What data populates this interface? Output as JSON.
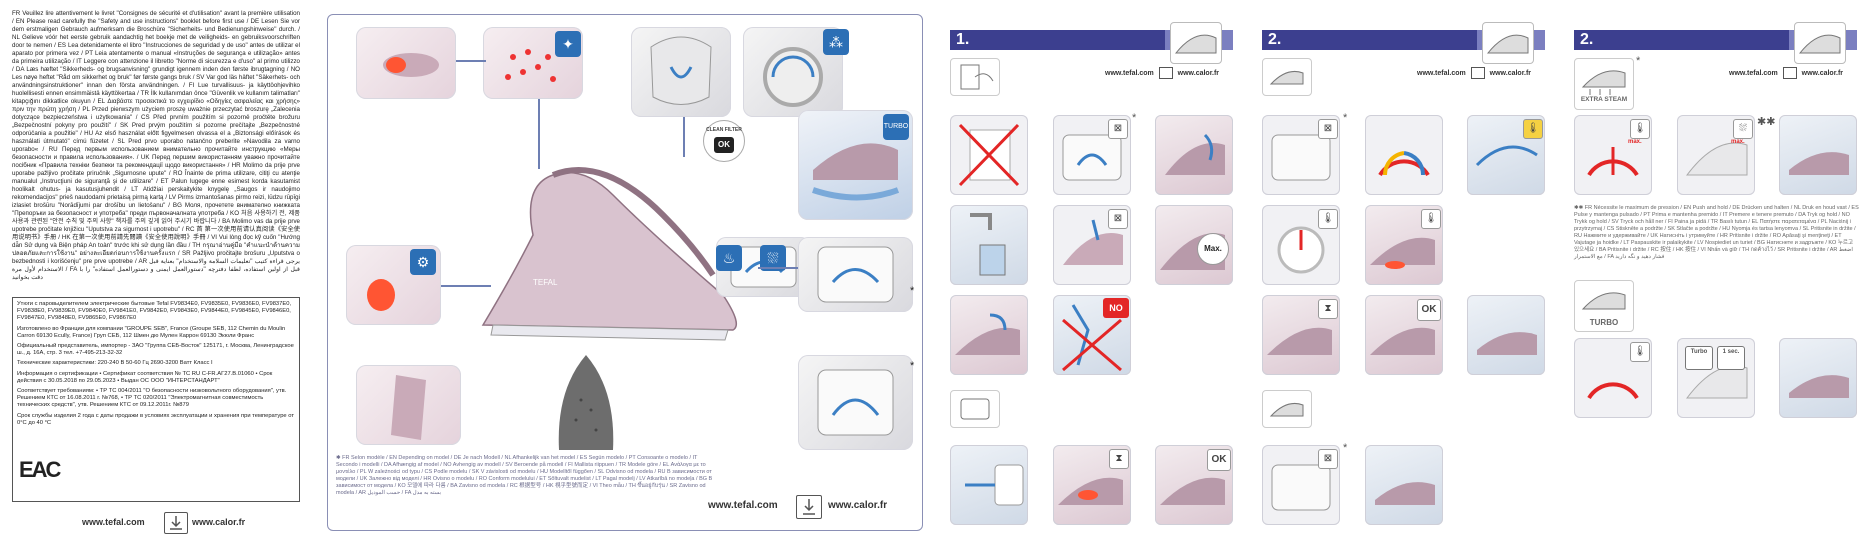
{
  "left_column": {
    "legal_text": "FR Veuillez lire attentivement le livret \"Consignes de sécurité et d'utilisation\" avant la première utilisation / EN Please read carefully the \"Safety and use instructions\" booklet before first use / DE Lesen Sie vor dem erstmaligen Gebrauch aufmerksam die Broschüre \"Sicherheits- und Bedienungshinweise\" durch. / NL Gelieve vóór het eerste gebruik aandachtig het boekje met de veiligheids- en gebruiksvoorschriften door te nemen / ES Lea detenidamente el libro \"Instrucciones de seguridad y de uso\" antes de utilizar el aparato por primera vez / PT Leia atentamente o manual «Instruções de segurança e utilização» antes da primeira utilização / IT Leggere con attenzione il libretto \"Norme di sicurezza e d'uso\" al primo utilizzo / DA Læs hæftet \"Sikkerheds- og brugsanvisning\" grundigt igennem inden den første ibrugtagning / NO Les nøye heftet \"Råd om sikkerhet og bruk\" før første gangs bruk / SV Var god läs häftet \"Säkerhets- och användningsinstruktioner\" innan den första användningen. / FI Lue turvallisuus- ja käyttöohjevihko huolellisesti ennen ensimmäistä käyttökertaa / TR İlk kullanımdan önce \"Güvenlik ve kullanım talimatları\" kitapçığını dikkatlice okuyun / EL Διαβάστε προσεκτικά το εγχειρίδιο «Οδηγίες ασφαλείας και χρήσης» πριν την πρώτη χρήση / PL Przed pierwszym użyciem proszę uważnie przeczytać broszurę „Zalecenia dotyczące bezpieczeństwa i użytkowania\" / CS Před prvním použitím si pozorně pročtěte brožuru „Bezpečnostní pokyny pro použití\" / SK Pred prvým použitím si pozorne prečítajte „Bezpečnostné odporúčania a použitie\" / HU Az első használat előtt figyelmesen olvassa el a „Biztonsági előírások és használati útmutató\" címú füzetet / SL Pred prvo uporabo natančno preberite »Navodila za varno uporabo« / RU Перед первым использованием внимательно прочитайте инструкцию «Меры безопасности и правила использования». / UK Перед першим використанням уважно прочитайте посібник «Правила техніки безпеки та рекомендації щодо використання» / HR Molimo da prije prve uporabe pažljivo pročitate priručnik „Sigurnosne upute\" / RO Înainte de prima utilizare, citiţi cu atenţie manualul „Instrucţiuni de siguranţă şi de utilizare\" / ET Palun lugege enne esimest korda kasutamist hoolikalt ohutus- ja kasutusjuhendit / LT Atidžiai perskaitykite knygelę „Saugos ir naudojimo rekomendacijos\" prieš naudodami prietaisą pirmą kartą / LV Pirms izmantošanas pirmo reizi, lūdzu rūpīgi izlasiet brošūru \"Norādījumi par drošību un lietošanu\" / BG Моля, прочетете внимателно книжката \"Препоръки за безопасност и употреба\" преди първоначалната употреба / KO 처음 사용하기 전, 제품 사용과 관련된 \"안전 수칙 및 주의 사항\" 책자를 주의 깊게 읽어 주시기 바랍니다 / BA Molimo vas da prije prve upotrebe pročitate knjižicu \"Uputstva za sigurnost i upotrebu\" / RC 首 第一次使用前请认真阅读《安全使用说明书》手册 / HK 在第一次使用前請先閱讀《安全使用說明》手冊 / VI Vui lòng đọc kỹ cuốn \"Hướng dẫn Sử dụng và Biện pháp An toàn\" trước khi sử dụng lần đầu / TH กรุณาอ่านคู่มือ \"คำแนะนำด้านความปลอดภัยและการใช้งาน\" อย่างละเอียดก่อนการใช้งานครั้งแรก / SR Pažljivo pročitajte brošuru „Uputstva o bezbednosti i korišćenju\" pre prve upotrebe / AR يرجى قراءة كتيب \"تعليمات السلامة والاستخدام\" بعناية قبل الاستخدام لأول مرة / FA قبل از اولین استفاده، لطفا دفترچه \"دستورالعمل ایمنی و دستورالعمل استفاده\" را با دقت بخوانید",
    "ru_box": [
      "Утюги с паровыделителем электрические бытовые Tefal FV9834E0, FV9835E0, FV9836E0, FV9837E0, FV9838E0, FV9839E0, FV9840E0, FV9841E0, FV9842E0, FV9843E0, FV9844E0, FV9845E0, FV9846E0, FV9847E0, FV9848E0, FV9865E0, FV9867E0",
      "Изготовлено во Франции для компании \"GROUPE SEB\", France (Groupe SEB, 112 Chemin du Moulin Carron 69130 Ecully, France) Груп СЕБ, 112 Шмен дю Мулен Каррон 69130 Экюли Франс",
      "Официальный представитель, импортер - ЗАО \"Группа СЕБ-Восток\" 125171, г. Москва, Ленинградское ш., д. 16А, стр. 3 тел. +7-495-213-32-32",
      "Технические характеристики: 220-240 В 50-60 Гц 2690-3200 Ватт Класс I",
      "Информация о сертификации • Сертификат соответствия № ТС RU C-FR.АГ27.В.01060 • Срок действия с 30.05.2018 по 29.05.2023 • Выдан ОС ООО \"ИНТЕРСТАНДАРТ\"",
      "Соответствует требованиям: • ТР ТС 004/2011 \"О безопасности низковольтного оборудования\", утв. Решением КТС от 16.08.2011 г. №768, • ТР ТС 020/2011 \"Электромагнитная совместимость технических средств\", утв. Решением КТС от 09.12.2011г. №879",
      "Срок службы изделия 2 года с даты продажи в условиях эксплуатации и хранения при температуре от 0°С до 40 °С"
    ],
    "eac_mark": "EAC",
    "footer_url_left": "www.tefal.com",
    "footer_url_right": "www.calor.fr"
  },
  "main_panel": {
    "turbo_badge": "TURBO",
    "clean_filter_label": "CLEAN FILTER",
    "ok_label": "OK",
    "asterisk": "*",
    "footnote": "✱ FR Selon modèle / EN Depending on model / DE Je nach Modell / NL Afhankelijk van het model / ES Según modelo / PT Consoante o modelo / IT Secondo i modelli / DA Afhængig af model / NO Avhengig av modell / SV Beroende på modell / FI Mallista riippuen / TR Modele göre / EL Ανάλογα με το μοντέλο / PL W zależności od typu / CS Podle modelu / SK V závislosti od modelu / HU Modelltől függően / SL Odvisno od modela / RU В зависимости от модели / UK Залежно від моделі / HR Ovisno o modelu / RO Conform modelului / ET Sõltuvalt mudelist / LT Pagal modelį / LV Atkarībā no modeļa / BG В зависимост от модела / KO 모델에 따라 다름 / BA Zavisno od modela / RC 根据型号 / HK 視乎型號而定 / VI Theo mẫu / TH ขึ้นอยู่กับรุ่น / SR Zavisno od modela / AR حسب الموديل / FA بسته به مدل",
    "footer_url_left": "www.tefal.com",
    "footer_url_right": "www.calor.fr"
  },
  "steps": [
    {
      "number": "1.",
      "url_left": "www.tefal.com",
      "url_right": "www.calor.fr",
      "labels": {
        "max": "Max.",
        "no": "NO",
        "ok": "OK",
        "asterisk": "*"
      }
    },
    {
      "number": "2.",
      "url_left": "www.tefal.com",
      "url_right": "www.calor.fr",
      "labels": {
        "ok": "OK",
        "asterisk": "*"
      }
    },
    {
      "number": "2.",
      "url_left": "www.tefal.com",
      "url_right": "www.calor.fr",
      "labels": {
        "extra_steam": "EXTRA STEAM",
        "turbo": "TURBO",
        "max1": "max.",
        "max2": "max.",
        "double_star": "✱✱",
        "turbo_small": "Turbo",
        "sec": "1 sec.",
        "asterisk": "*"
      },
      "footnote": "✱✱ FR Nécessite le maximum de pression / EN Push and hold / DE Drücken und halten / NL Druk en houd vast / ES Pulse y mantenga pulsado / PT Prima e mantenha premido / IT Premere e tenere premuto / DA Tryk og hold / NO Trykk og hold / SV Tryck och håll ner / FI Paina ja pidä / TR Basılı tutun / EL Πατήστε παρατεταμένα / PL Naciśnij i przytrzymaj / CS Stiskněte a podržte / SK Stlačte a podržte / HU Nyomja és tartsa lenyomva / SL Pritisnite in držite / RU Нажмите и удерживайте / UK Натисніть і утримуйте / HR Pritisnite i držite / RO Apăsaţi şi menţineţi / ET Vajutage ja hoidke / LT Paspauskite ir palaikykite / LV Nospiediet un turiet / BG Натиснете и задръжте / KO 누르고 있으세요 / BA Pritisnite i držite / RC 按住 / HK 按住 / VI Nhấn và giữ / TH กดค้างไว้ / SR Pritisnite i držite / AR اضغط مع الاستمرار / FA فشار دهید و نگه دارید"
    }
  ],
  "colors": {
    "header_dark": "#3c3f8f",
    "header_light": "#7b7fc0",
    "badge_blue": "#2c6fb5",
    "warning_red": "#e32626",
    "iron_mauve": "#b89aaa"
  }
}
